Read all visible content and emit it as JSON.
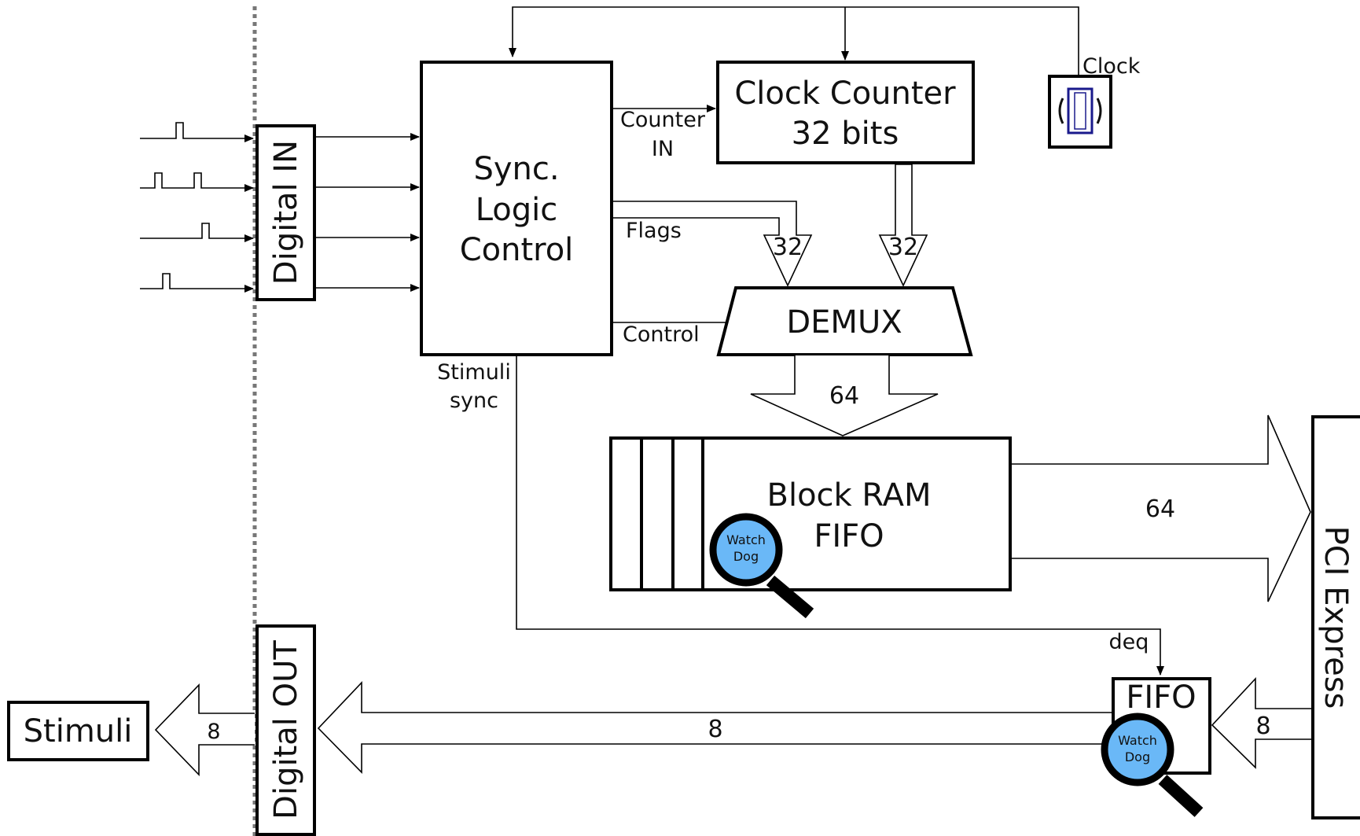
{
  "blocks": {
    "digital_in": "Digital IN",
    "digital_out": "Digital OUT",
    "sync_logic": [
      "Sync.",
      "Logic",
      "Control"
    ],
    "clock_counter": [
      "Clock Counter",
      "32 bits"
    ],
    "demux": "DEMUX",
    "block_ram": [
      "Block RAM",
      "FIFO"
    ],
    "pci_express": "PCI Express",
    "fifo_small": "FIFO",
    "stimuli": "Stimuli",
    "clock": "Clock"
  },
  "signals": {
    "counter_in": [
      "Counter",
      "IN"
    ],
    "flags": "Flags",
    "control": "Control",
    "stimuli_sync": [
      "Stimuli",
      "sync"
    ],
    "deq": "deq"
  },
  "bus_widths": {
    "flags_bus": "32",
    "counter_bus": "32",
    "demux_out": "64",
    "ram_to_pci": "64",
    "pci_to_fifo": "8",
    "fifo_to_out": "8",
    "out_to_stimuli": "8"
  },
  "watchdog": [
    "Watch",
    "Dog"
  ],
  "colors": {
    "watchdog_fill": "#6ab8f7",
    "clock_icon": "#1a1a8c",
    "divider": "#777777"
  }
}
